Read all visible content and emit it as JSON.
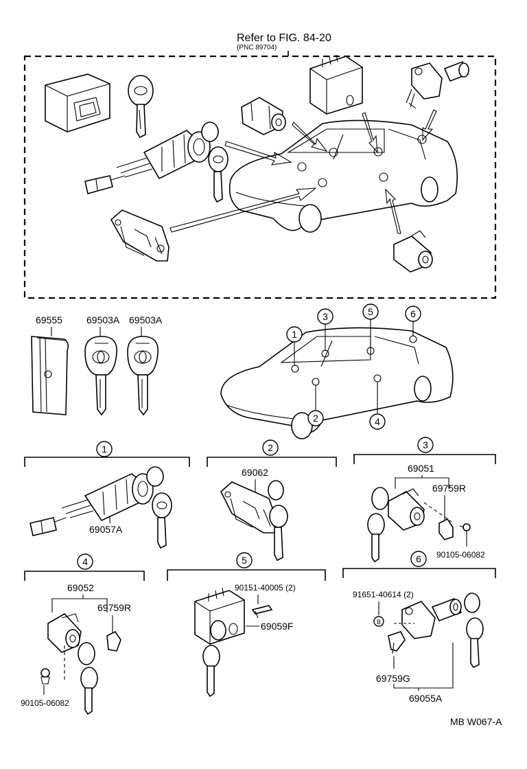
{
  "header": {
    "refer": "Refer to FIG. 84-20",
    "pnc": "(PNC 89704)"
  },
  "overview_parts": [
    {
      "number": "69555"
    },
    {
      "number": "69503A"
    },
    {
      "number": "69503A"
    }
  ],
  "car_callouts": [
    "1",
    "2",
    "3",
    "4",
    "5",
    "6"
  ],
  "sections": {
    "s1": {
      "id": "1",
      "parts": [
        "69057A"
      ]
    },
    "s2": {
      "id": "2",
      "parts": [
        "69062"
      ]
    },
    "s3": {
      "id": "3",
      "parts": [
        "69051",
        "69759R",
        "90105-06082"
      ]
    },
    "s4": {
      "id": "4",
      "parts": [
        "69052",
        "69759R",
        "90105-06082"
      ]
    },
    "s5": {
      "id": "5",
      "parts": [
        "90151-40005 (2)",
        "69059F"
      ]
    },
    "s6": {
      "id": "6",
      "parts": [
        "91651-40614 (2)",
        "69759G",
        "69055A"
      ]
    }
  },
  "footer": {
    "code": "MB  W067-A"
  }
}
